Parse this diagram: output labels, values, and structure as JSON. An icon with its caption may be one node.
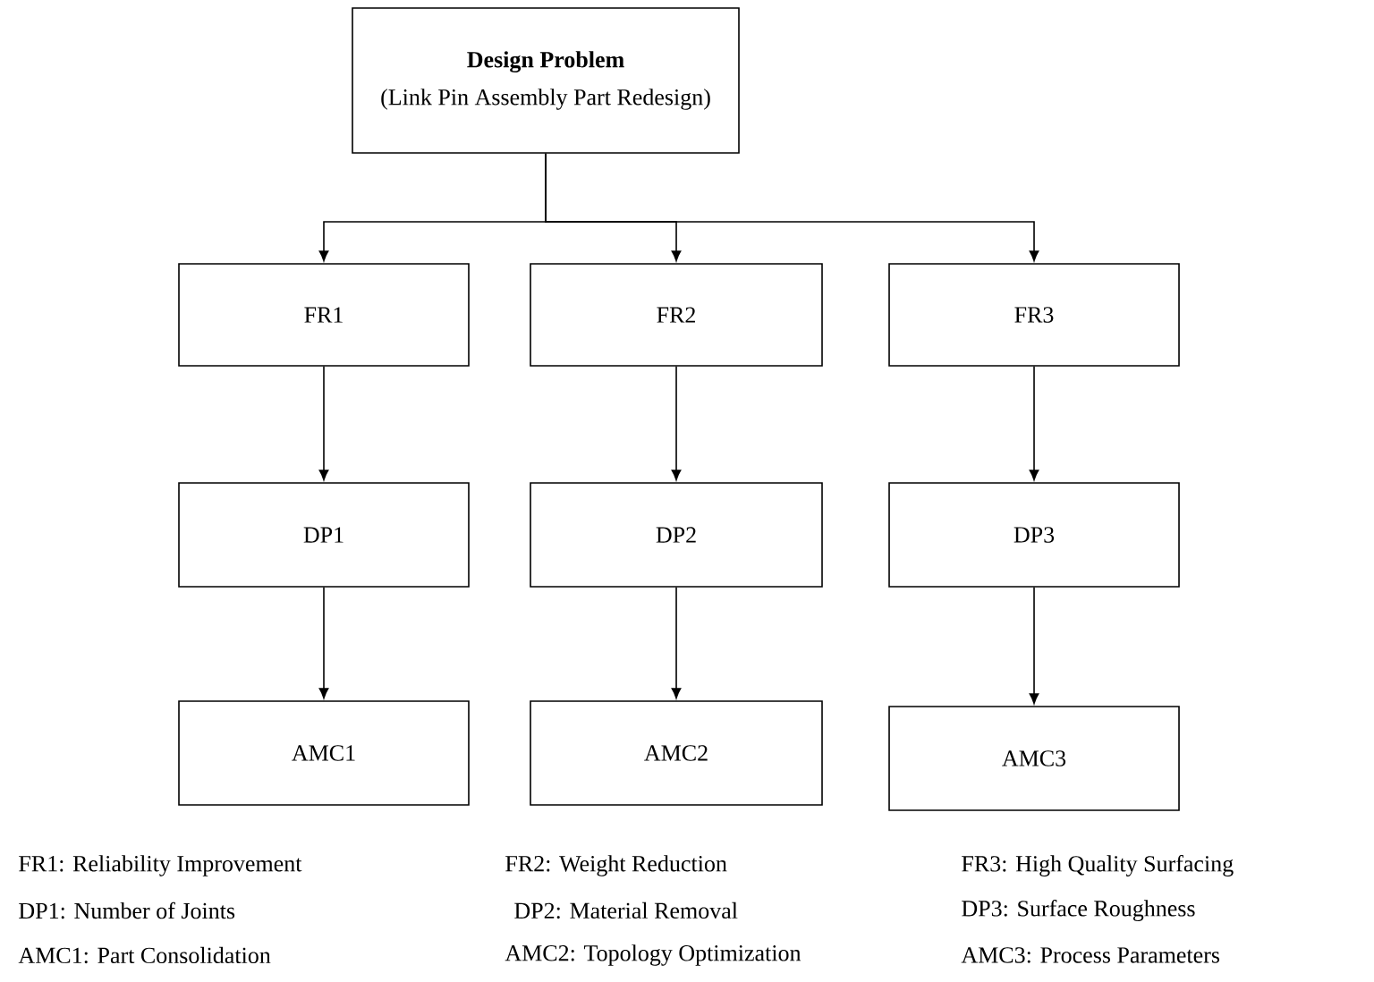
{
  "diagram": {
    "nodes": [
      {
        "text": [
          "Design Problem",
          "(Link Pin Assembly Part Redesign)"
        ]
      },
      {
        "text": [
          "FR1"
        ]
      },
      {
        "text": [
          "FR2"
        ]
      },
      {
        "text": [
          "FR3"
        ]
      },
      {
        "text": [
          "DP1"
        ]
      },
      {
        "text": [
          "DP2"
        ]
      },
      {
        "text": [
          "DP3"
        ]
      },
      {
        "text": [
          "AMC1"
        ]
      },
      {
        "text": [
          "AMC2"
        ]
      },
      {
        "text": [
          "AMC3"
        ]
      }
    ],
    "edges": [
      {
        "from": 0,
        "to": 1,
        "arrow": "to"
      },
      {
        "from": 0,
        "to": 2,
        "arrow": "to"
      },
      {
        "from": 0,
        "to": 3,
        "arrow": "to"
      },
      {
        "from": 1,
        "to": 4,
        "arrow": "to"
      },
      {
        "from": 2,
        "to": 5,
        "arrow": "to"
      },
      {
        "from": 3,
        "to": 6,
        "arrow": "to"
      },
      {
        "from": 4,
        "to": 7,
        "arrow": "to"
      },
      {
        "from": 5,
        "to": 8,
        "arrow": "to"
      },
      {
        "from": 6,
        "to": 9,
        "arrow": "to"
      }
    ],
    "labels": [
      "FR1: Reliability Improvement",
      "FR2: Weight Reduction",
      "FR3: High Quality Surfacing",
      "DP1: Number of Joints",
      "DP2: Material Removal",
      "DP3: Surface Roughness",
      "AMC1: Part Consolidation",
      "AMC2: Topology Optimization",
      "AMC3: Process Parameters"
    ]
  }
}
